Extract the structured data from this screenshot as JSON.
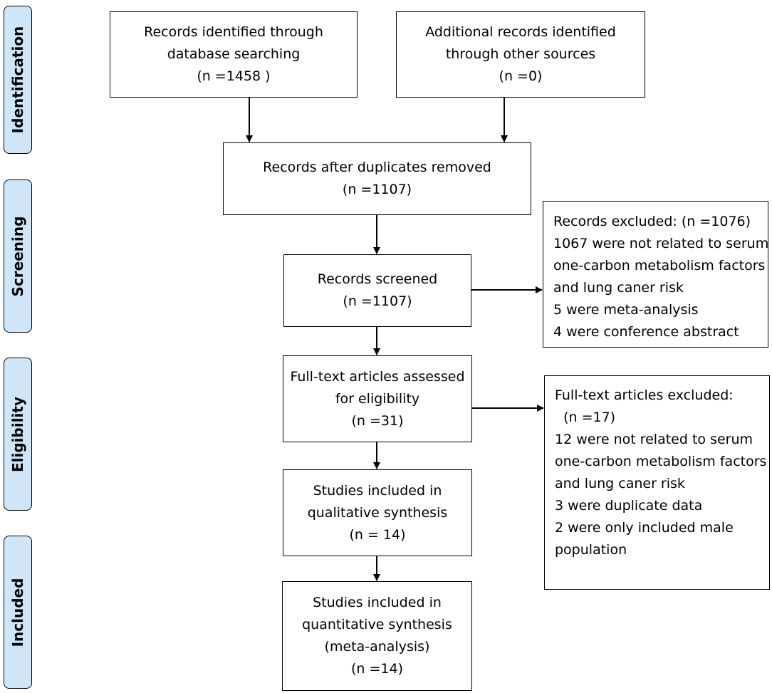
{
  "stages": [
    {
      "id": "identification",
      "label": "Identification"
    },
    {
      "id": "screening",
      "label": "Screening"
    },
    {
      "id": "eligibility",
      "label": "Eligibility"
    },
    {
      "id": "included",
      "label": "Included"
    }
  ],
  "boxes": {
    "database_records": [
      "Records identified through",
      "database searching",
      "(n =1458 )"
    ],
    "other_sources": [
      "Additional records identified",
      "through other sources",
      "(n =0)"
    ],
    "after_duplicates": [
      "Records after duplicates removed",
      "(n =1107)"
    ],
    "screened": [
      "Records screened",
      "(n =1107)"
    ],
    "excluded_records": [
      "Records excluded: (n =1076)",
      "1067 were not related to serum",
      "one-carbon metabolism factors",
      "and lung caner risk",
      "5 were meta-analysis",
      "4 were conference abstract"
    ],
    "full_text_assessed": [
      "Full-text articles assessed",
      "for eligibility",
      "(n =31)"
    ],
    "full_text_excluded": [
      "Full-text articles excluded:",
      "  (n =17)",
      "12 were not related to serum",
      "one-carbon metabolism factors",
      "and lung caner risk",
      "3 were duplicate data",
      "2 were only included male",
      "population"
    ],
    "qualitative": [
      "Studies included in",
      "qualitative synthesis",
      "(n = 14)"
    ],
    "quantitative": [
      "Studies included in",
      "quantitative synthesis",
      "(meta-analysis)",
      "(n =14)"
    ]
  }
}
